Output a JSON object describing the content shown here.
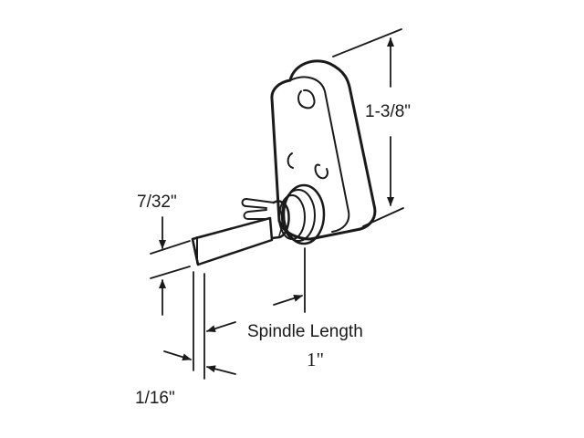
{
  "diagram": {
    "type": "technical-drawing",
    "subject": "spindle crank with triangular mounting plate",
    "stroke_color": "#1a1a1a",
    "background": "#ffffff",
    "dimensions": {
      "plate_height": "1-3/8\"",
      "spindle_width": "7/32\"",
      "spindle_thickness": "1/16\"",
      "spindle_length_label": "Spindle Length",
      "spindle_length_value": "1\""
    }
  }
}
